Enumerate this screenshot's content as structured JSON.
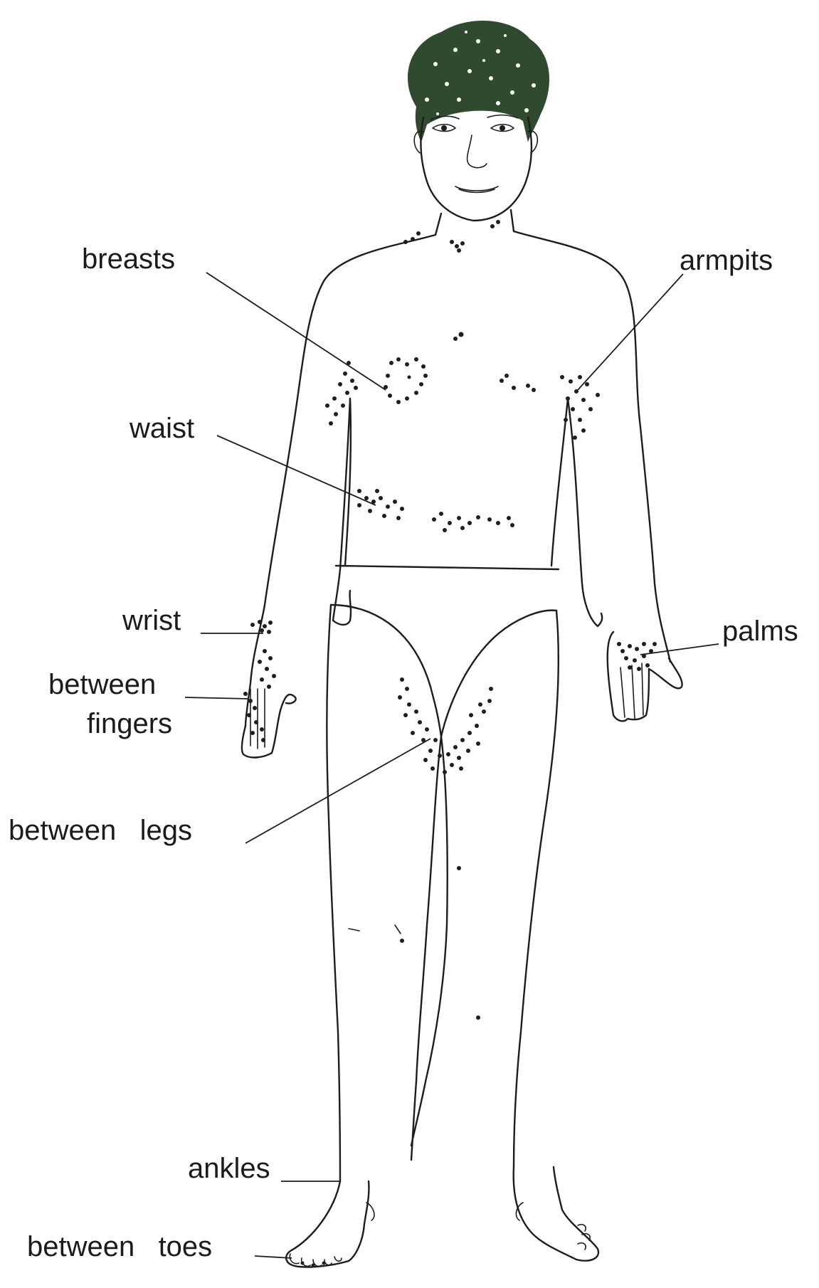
{
  "labels": {
    "breasts": "breasts",
    "armpits": "armpits",
    "waist": "waist",
    "wrist": "wrist",
    "palms": "palms",
    "between_fingers_line1": "between",
    "between_fingers_line2": "fingers",
    "between_legs": "between   legs",
    "ankles": "ankles",
    "between_toes": "between   toes"
  },
  "colors": {
    "line": "#1d1d1d",
    "hair": "#2f4a2f",
    "background": "#ffffff"
  }
}
